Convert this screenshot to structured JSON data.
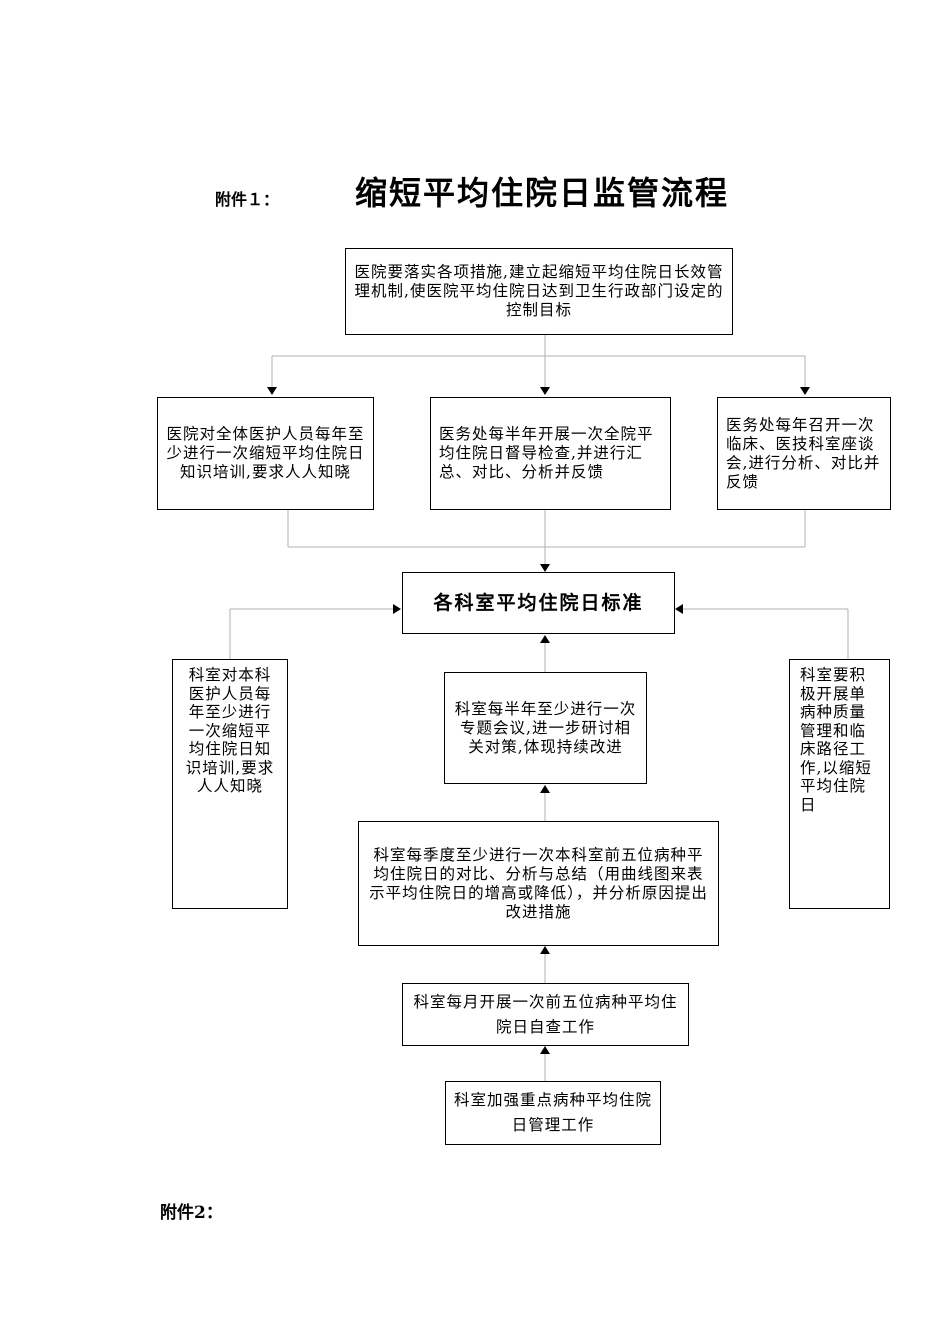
{
  "attachment_1": "附件１：",
  "title": "缩短平均住院日监管流程",
  "attachment_2": "附件2：",
  "top_box": "医院要落实各项措施,建立起缩短平均住院日长效管理机制,使医院平均住院日达到卫生行政部门设定的控制目标",
  "row2": {
    "left": "医院对全体医护人员每年至少进行一次缩短平均住院日知识培训,要求人人知晓",
    "middle": "医务处每半年开展一次全院平均住院日督导检查,并进行汇总、对比、分析并反馈",
    "right": "医务处每年召开一次临床、医技科室座谈会,进行分析、对比并反馈"
  },
  "standard_box": "各科室平均住院日标准",
  "side": {
    "left": "科室对本科医护人员每年至少进行一次缩短平均住院日知识培训,要求人人知晓",
    "right": "科室要积极开展单病种质量管理和临床路径工作,以缩短平均住院日"
  },
  "center": {
    "box1": "科室每半年至少进行一次专题会议,进一步研讨相关对策,体现持续改进",
    "box2": "科室每季度至少进行一次本科室前五位病种平均住院日的对比、分析与总结（用曲线图来表示平均住院日的增高或降低），并分析原因提出改进措施",
    "box3": "科室每月开展一次前五位病种平均住院日自查工作",
    "box4": "科室加强重点病种平均住院日管理工作"
  },
  "colors": {
    "connector": "#b0b0b0",
    "arrow": "#000000",
    "border": "#000000"
  }
}
